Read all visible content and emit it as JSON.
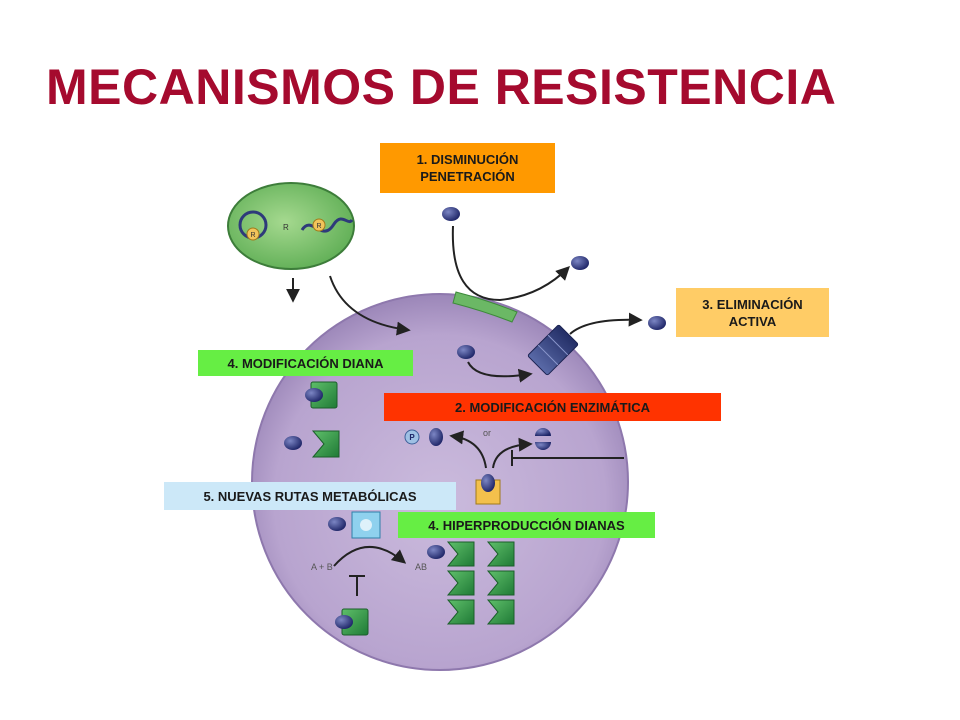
{
  "title": "MECANISMOS DE RESISTENCIA",
  "labels": {
    "penetration": [
      "1. DISMINUCIÓN",
      "PENETRACIÓN"
    ],
    "enzymatic": "2. MODIFICACIÓN ENZIMÁTICA",
    "active_elimination": [
      "3. ELIMINACIÓN",
      "ACTIVA"
    ],
    "target_modification": "4. MODIFICACIÓN DIANA",
    "target_overproduction": "4. HIPERPRODUCCIÓN DIANAS",
    "new_pathways": "5. NUEVAS RUTAS METABÓLICAS"
  },
  "glyphs": {
    "r": "R",
    "or": "or",
    "p": "P",
    "ab_left": "A + B",
    "ab_right": "AB"
  },
  "colors": {
    "title": "#a50a2e",
    "orange": "#ff9900",
    "light_orange": "#ffcc66",
    "red": "#ff3300",
    "green": "#66ee44",
    "light_blue": "#cce8f8",
    "cell": "#b9a6cf",
    "bacterium": "#77c16b"
  }
}
